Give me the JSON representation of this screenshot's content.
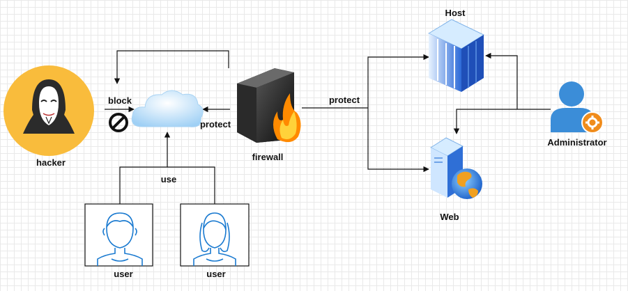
{
  "nodes": {
    "hacker": "hacker",
    "block": "block",
    "protect_left": "protect",
    "firewall": "firewall",
    "protect_right": "protect",
    "host": "Host",
    "web": "Web",
    "administrator": "Administrator",
    "use": "use",
    "user_1": "user",
    "user_2": "user"
  },
  "colors": {
    "hacker_circle": "#f9bc3c",
    "cloud": "#bfe2fb",
    "server_blue": "#2f6fd6",
    "admin_blue": "#3b8dd8",
    "gear_orange": "#f08c1c",
    "edge": "#111111"
  },
  "icons": [
    "hacker-icon",
    "cloud-icon",
    "firewall-icon",
    "host-server-icon",
    "web-server-icon",
    "administrator-icon",
    "user-icon",
    "block-icon"
  ]
}
